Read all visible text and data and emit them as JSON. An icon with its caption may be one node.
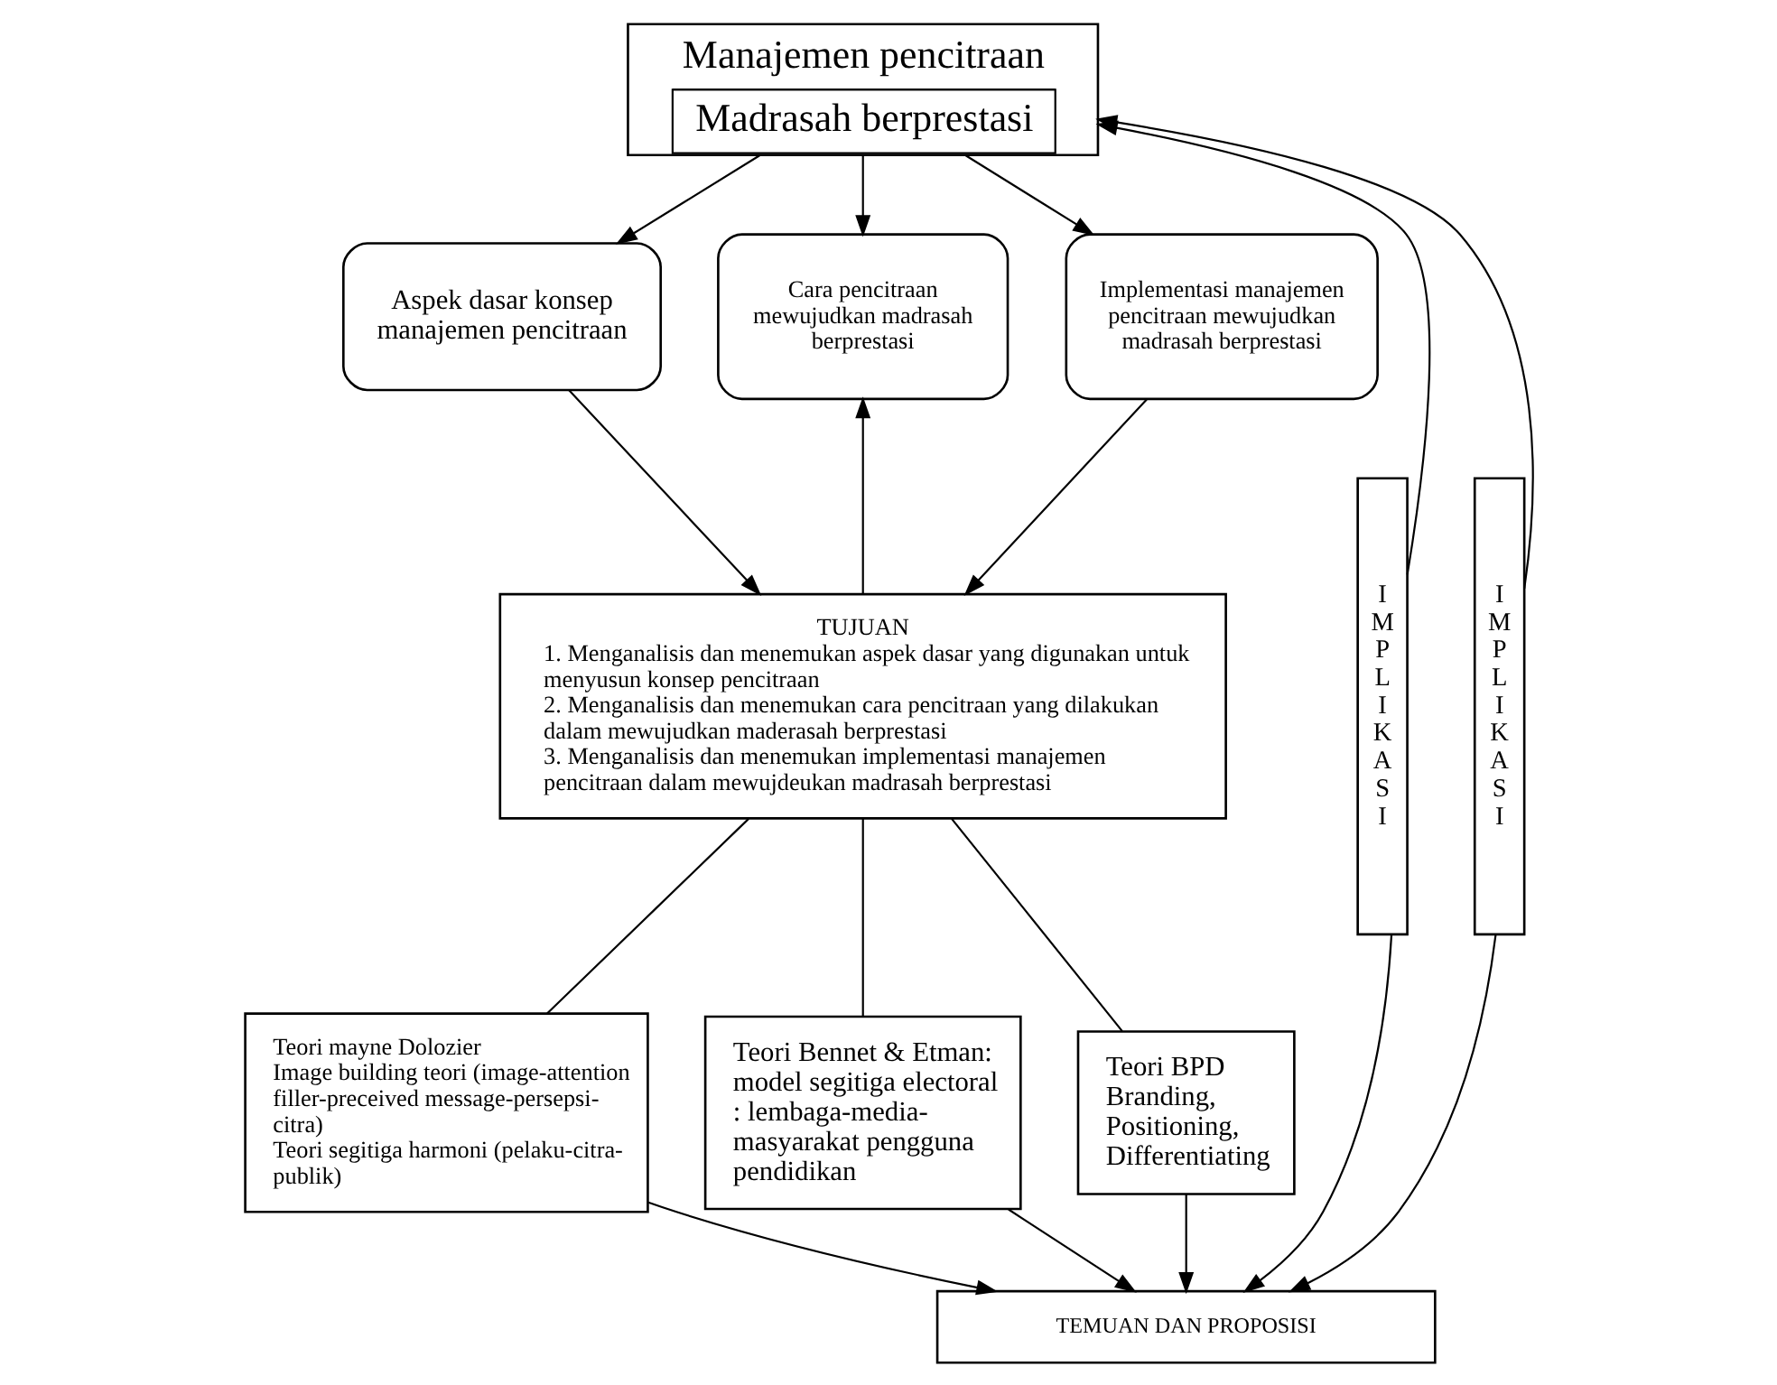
{
  "diagram": {
    "nodes": [
      {
        "text": [
          "Manajemen pencitraan",
          "Madrasah berprestasi"
        ]
      },
      {
        "text": [
          "Aspek dasar konsep manajemen pencitraan"
        ]
      },
      {
        "text": [
          "Cara pencitraan mewujudkan madrasah berprestasi"
        ]
      },
      {
        "text": [
          "Implementasi manajemen pencitraan mewujudkan madrasah berprestasi"
        ]
      },
      {
        "text": [
          "TUJUAN",
          "1. Menganalisis dan menemukan aspek dasar yang digunakan untuk menyusun konsep pencitraan",
          "2. Menganalisis dan menemukan cara pencitraan yang dilakukan dalam mewujudkan maderasah berprestasi",
          "3. Menganalisis dan menemukan implementasi manajemen pencitraan dalam mewujdeukan madrasah berprestasi"
        ]
      },
      {
        "text": [
          "Teori mayne Dolozier",
          "Image building teori (image-attention filler-preceived message-persepsi-citra)",
          "Teori segitiga harmoni (pelaku-citra-publik)"
        ]
      },
      {
        "text": [
          "Teori Bennet & Etman: model segitiga electoral : lembaga-media-masyarakat pengguna pendidikan"
        ]
      },
      {
        "text": [
          "Teori BPD Branding, Positioning, Differentiating"
        ]
      },
      {
        "text": [
          "TEMUAN DAN PROPOSISI"
        ]
      },
      {
        "text": [
          "I M P L I K A S I"
        ]
      },
      {
        "text": [
          "I M P L I K A S I"
        ]
      }
    ],
    "edges": [
      {
        "from": 0,
        "to": 1,
        "arrow": "to"
      },
      {
        "from": 0,
        "to": 2,
        "arrow": "to"
      },
      {
        "from": 0,
        "to": 3,
        "arrow": "to"
      },
      {
        "from": 1,
        "to": 4,
        "arrow": "to"
      },
      {
        "from": 4,
        "to": 2,
        "arrow": "to"
      },
      {
        "from": 3,
        "to": 4,
        "arrow": "to"
      },
      {
        "from": 4,
        "to": 5,
        "arrow": "none"
      },
      {
        "from": 4,
        "to": 6,
        "arrow": "none"
      },
      {
        "from": 4,
        "to": 7,
        "arrow": "none"
      },
      {
        "from": 5,
        "to": 8,
        "arrow": "to"
      },
      {
        "from": 6,
        "to": 8,
        "arrow": "to"
      },
      {
        "from": 7,
        "to": 8,
        "arrow": "to"
      },
      {
        "from": 9,
        "to": 0,
        "arrow": "to"
      },
      {
        "from": 9,
        "to": 8,
        "arrow": "to"
      },
      {
        "from": 10,
        "to": 0,
        "arrow": "to"
      },
      {
        "from": 10,
        "to": 8,
        "arrow": "to"
      }
    ]
  }
}
